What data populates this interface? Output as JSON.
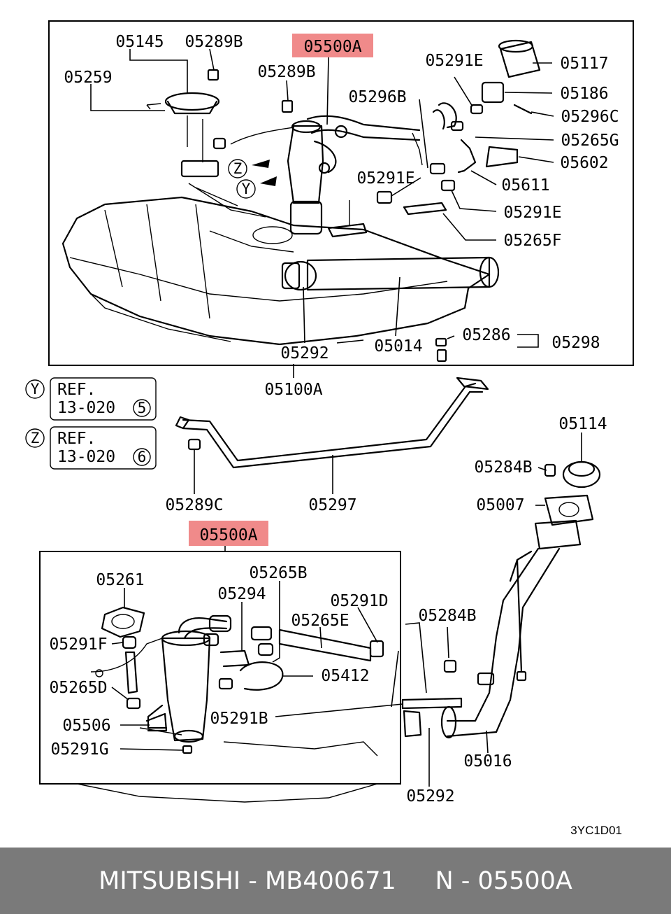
{
  "callouts": {
    "top": [
      "05145",
      "05289B",
      "05259",
      "05289B",
      "05296B",
      "05291E",
      "05117",
      "05186",
      "05296C",
      "05265G",
      "05602",
      "05291E",
      "05611",
      "05291E",
      "05265F",
      "05286",
      "05298",
      "05014",
      "05292",
      "05100A"
    ],
    "middle": [
      "05114",
      "05284B",
      "05007",
      "05289C",
      "05297"
    ],
    "bottom": [
      "05261",
      "05265B",
      "05294",
      "05291D",
      "05265E",
      "05291F",
      "05412",
      "05265D",
      "05284B",
      "05506",
      "05291B",
      "05291G",
      "05016",
      "05292"
    ]
  },
  "highlight": {
    "label": "05500A",
    "color": "#f08a8a"
  },
  "refs": [
    {
      "letter": "Y",
      "line1": "REF.",
      "line2": "13-020",
      "num": "5"
    },
    {
      "letter": "Z",
      "line1": "REF.",
      "line2": "13-020",
      "num": "6"
    }
  ],
  "arrows": {
    "z": "Z",
    "y": "Y"
  },
  "diagram_code": "3YC1D01",
  "footer": {
    "brand": "MITSUBISHI",
    "sep1": " - ",
    "part_number": "MB400671",
    "gap": "     ",
    "n": "N - ",
    "ref": "05500A"
  }
}
